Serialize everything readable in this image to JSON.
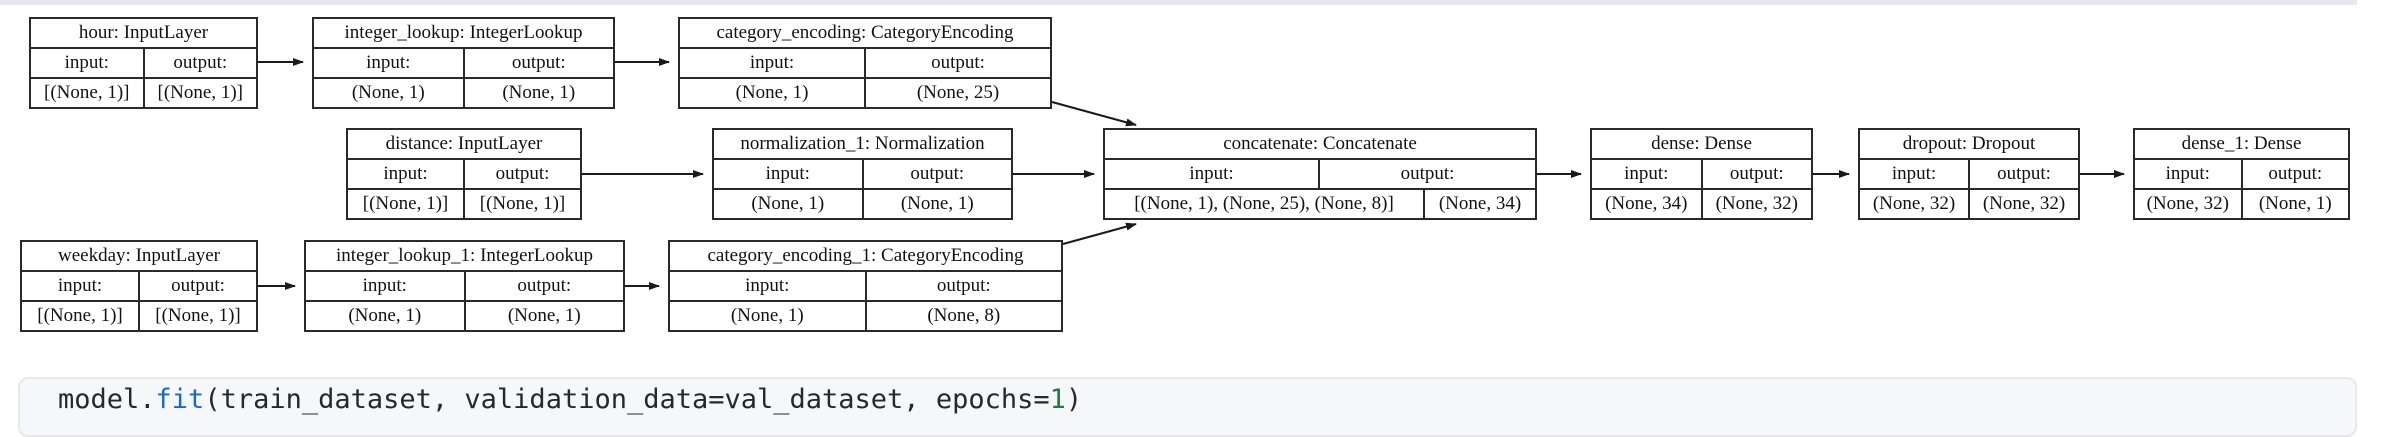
{
  "top_strip": {
    "color": "#e7e7ef"
  },
  "diagram": {
    "labels": {
      "input": "input:",
      "output": "output:"
    },
    "nodes": [
      {
        "id": "hour",
        "title": "hour: InputLayer",
        "input_shape": "[(None, 1)]",
        "output_shape": "[(None, 1)]"
      },
      {
        "id": "integer_lookup",
        "title": "integer_lookup: IntegerLookup",
        "input_shape": "(None, 1)",
        "output_shape": "(None, 1)"
      },
      {
        "id": "category_encoding",
        "title": "category_encoding: CategoryEncoding",
        "input_shape": "(None, 1)",
        "output_shape": "(None, 25)"
      },
      {
        "id": "distance",
        "title": "distance: InputLayer",
        "input_shape": "[(None, 1)]",
        "output_shape": "[(None, 1)]"
      },
      {
        "id": "normalization_1",
        "title": "normalization_1: Normalization",
        "input_shape": "(None, 1)",
        "output_shape": "(None, 1)"
      },
      {
        "id": "concatenate",
        "title": "concatenate: Concatenate",
        "input_shape": "[(None, 1), (None, 25), (None, 8)]",
        "output_shape": "(None, 34)"
      },
      {
        "id": "dense",
        "title": "dense: Dense",
        "input_shape": "(None, 34)",
        "output_shape": "(None, 32)"
      },
      {
        "id": "dropout",
        "title": "dropout: Dropout",
        "input_shape": "(None, 32)",
        "output_shape": "(None, 32)"
      },
      {
        "id": "dense_1",
        "title": "dense_1: Dense",
        "input_shape": "(None, 32)",
        "output_shape": "(None, 1)"
      },
      {
        "id": "weekday",
        "title": "weekday: InputLayer",
        "input_shape": "[(None, 1)]",
        "output_shape": "[(None, 1)]"
      },
      {
        "id": "integer_lookup_1",
        "title": "integer_lookup_1: IntegerLookup",
        "input_shape": "(None, 1)",
        "output_shape": "(None, 1)"
      },
      {
        "id": "category_encoding_1",
        "title": "category_encoding_1: CategoryEncoding",
        "input_shape": "(None, 1)",
        "output_shape": "(None, 8)"
      }
    ]
  },
  "code_cell": {
    "full_line": "model.fit(train_dataset, validation_data=val_dataset, epochs=1)",
    "tokens": [
      {
        "text": "model."
      },
      {
        "text": "fit"
      },
      {
        "text": "(train_dataset, validation_data=val_dataset, epochs="
      },
      {
        "text": "1"
      },
      {
        "text": ")"
      }
    ]
  },
  "colors": {
    "top-strip": "#e7e7ef",
    "code-bg": "#f6f7f9",
    "code-default": "#24292f",
    "code-function": "#1967d2",
    "code-number": "#188038",
    "edge": "#1a1a1a"
  }
}
